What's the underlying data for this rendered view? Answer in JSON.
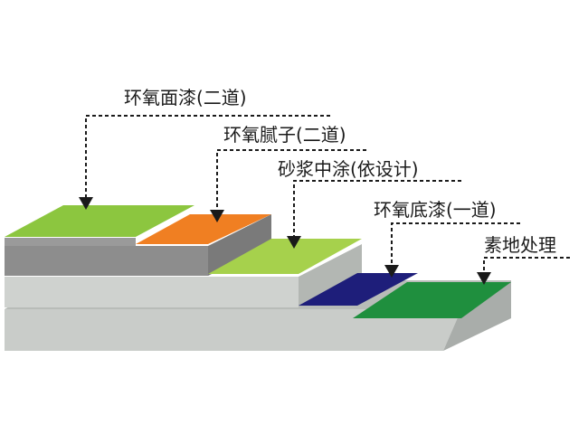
{
  "labels": {
    "topcoat": "环氧面漆(二道)",
    "putty": "环氧腻子(二道)",
    "mortar": "砂浆中涂(依设计)",
    "primer": "环氧底漆(一道)",
    "substrate": "素地处理"
  },
  "colors": {
    "topcoat": "#8cc63f",
    "putty": "#f07f22",
    "mortar": "#a6d14c",
    "primer": "#1e1e7a",
    "substrate": "#1f8f3e",
    "slab_side": "#8a8a8a",
    "slab_light": "#c9ccc9"
  }
}
